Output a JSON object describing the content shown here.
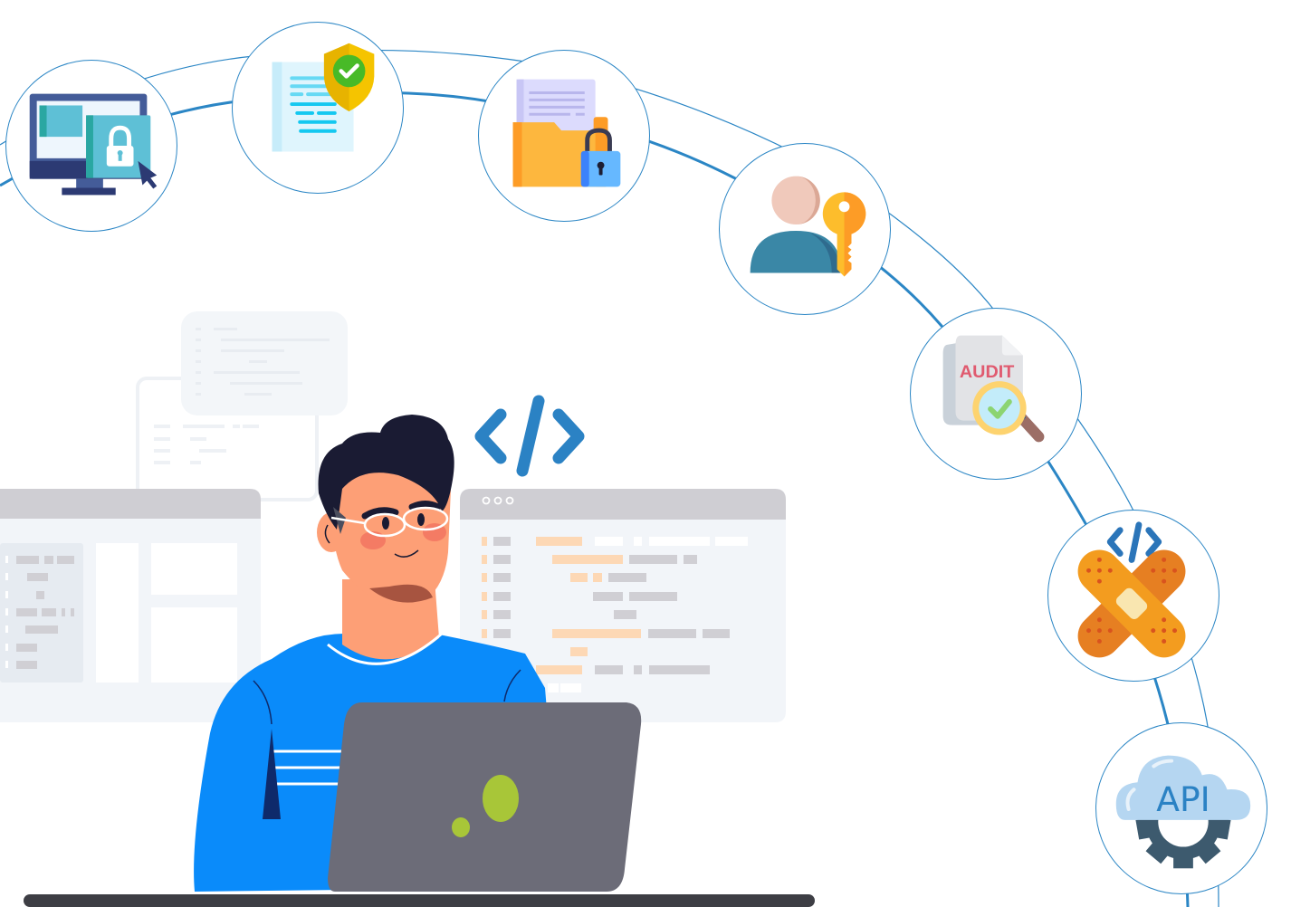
{
  "illustration": {
    "subject": "Developer working on laptop surrounded by application security icons",
    "colors": {
      "ring_line": "#2b86c5",
      "shirt": "#0a8bfa",
      "laptop": "#6c6c78",
      "laptop_logo": "#a8c638",
      "desk": "#3d3e44",
      "code_accent": "#fdd8b5",
      "code_gray": "#d0cfd4",
      "panel_bg": "#f2f5f9",
      "panel_header": "#cfced3",
      "code_tag": "#2b82c4"
    },
    "code_tag_icon": "code-brackets-icon",
    "editor_window_dots": 3
  },
  "nodes": [
    {
      "id": "secure-login",
      "icon": "locked-monitor-icon",
      "label": ""
    },
    {
      "id": "compliance",
      "icon": "document-shield-check-icon",
      "label": ""
    },
    {
      "id": "data-protection",
      "icon": "locked-folder-icon",
      "label": ""
    },
    {
      "id": "access-control",
      "icon": "user-key-icon",
      "label": ""
    },
    {
      "id": "audit",
      "icon": "audit-magnifier-icon",
      "label": "AUDIT"
    },
    {
      "id": "patching",
      "icon": "code-bandage-icon",
      "label": ""
    },
    {
      "id": "api-security",
      "icon": "api-cloud-gear-icon",
      "label": "API"
    }
  ]
}
